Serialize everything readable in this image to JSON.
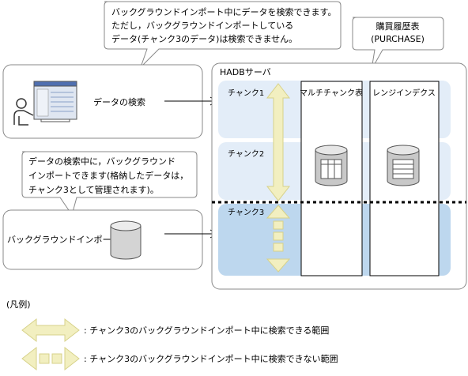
{
  "callout_top": {
    "lines": [
      "バックグラウンドインポート中にデータを検索できます。",
      "ただし，バックグラウンドインポートしている",
      "データ(チャンク3のデータ)は検索できません。"
    ]
  },
  "table_label": {
    "line1": "購買履歴表",
    "line2": "(PURCHASE)"
  },
  "search_box": {
    "label": "データの検索"
  },
  "callout_mid": {
    "lines": [
      "データの検索中に，バックグラウンド",
      "インポートできます(格納したデータは，",
      "チャンク3として管理されます)。"
    ]
  },
  "import_box": {
    "label": "バックグラウンドインポート"
  },
  "server": {
    "title": "HADBサーバ",
    "chunks": [
      "チャンク1",
      "チャンク2",
      "チャンク3"
    ],
    "columns": [
      "マルチチャンク表",
      "レンジインデクス"
    ]
  },
  "legend": {
    "title": "(凡例)",
    "items": [
      ": チャンク3のバックグラウンドインポート中に検索できる範囲",
      ": チャンク3のバックグラウンドインポート中に検索できない範囲"
    ]
  },
  "colors": {
    "chunk_light": "#e3edf8",
    "chunk_dark": "#bdd7ee",
    "arrow_fill": "#f2efc0",
    "arrow_stroke": "#d7d28a",
    "db_gray": "#c8c8c8"
  }
}
